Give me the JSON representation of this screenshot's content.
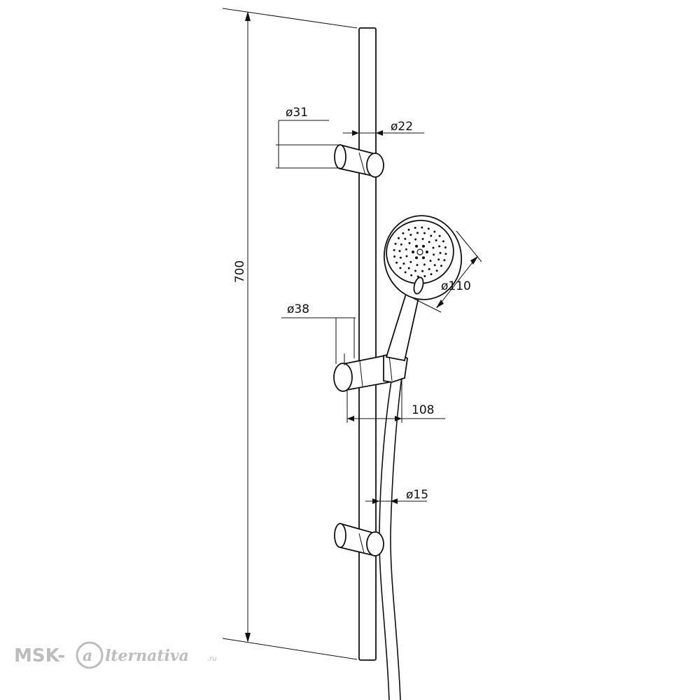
{
  "dimensions": {
    "height": "700",
    "bar_diameter": "ø22",
    "bracket_diameter": "ø31",
    "slider_diameter": "ø38",
    "head_diameter": "ø110",
    "projection": "108",
    "hose_diameter": "ø15"
  },
  "watermark": {
    "prefix": "MSK-",
    "logo_letter": "a",
    "suffix": "lternativa",
    "tld": ".ru"
  }
}
